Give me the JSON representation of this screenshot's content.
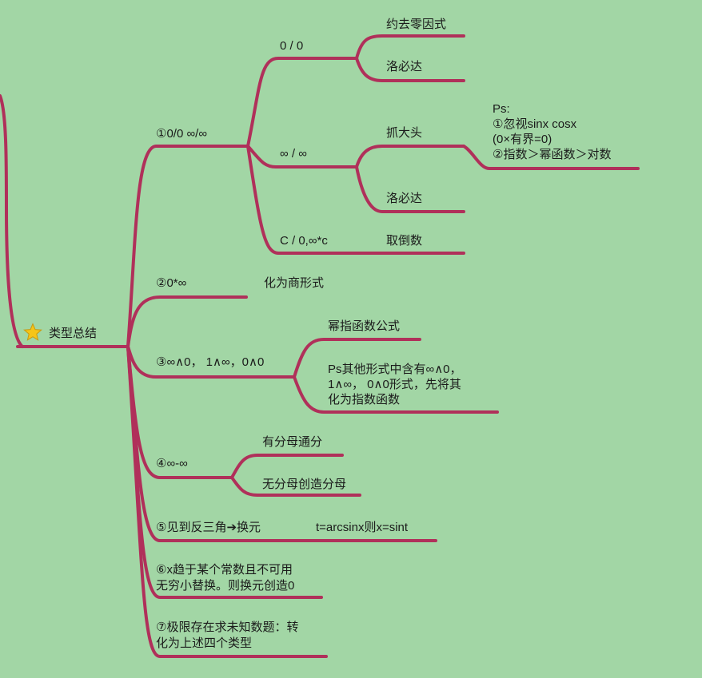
{
  "colors": {
    "background": "#a2d6a5",
    "line": "#b0305a",
    "star": "#f5c518"
  },
  "root": {
    "icon": "star-icon",
    "label": "类型总结"
  },
  "type1": {
    "label": "①0/0   ∞/∞",
    "zero_zero": {
      "label": "0 / 0",
      "items": [
        "约去零因式",
        "洛必达"
      ]
    },
    "inf_inf": {
      "label": "∞ / ∞",
      "items": [
        "抓大头",
        "洛必达"
      ],
      "note": {
        "title": "Ps:",
        "lines": [
          "①忽视sinx cosx",
          "(0×有界=0)",
          "②指数＞幂函数＞对数"
        ]
      }
    },
    "c_zero": {
      "label": "C / 0,∞*c",
      "item": "取倒数"
    }
  },
  "type2": {
    "label": "②0*∞",
    "item": "化为商形式"
  },
  "type3": {
    "label": "③∞∧0，  1∧∞，0∧0",
    "item": "幂指函数公式",
    "note_lines": [
      "Ps其他形式中含有∞∧0，",
      "1∧∞，  0∧0形式，先将其",
      "化为指数函数"
    ]
  },
  "type4": {
    "label": "④∞-∞",
    "items": [
      "有分母通分",
      "无分母创造分母"
    ]
  },
  "type5": {
    "label": "⑤见到反三角➔换元",
    "item": "t=arcsinx则x=sint"
  },
  "type6": {
    "lines": [
      "⑥x趋于某个常数且不可用",
      "无穷小替换。则换元创造0"
    ]
  },
  "type7": {
    "lines": [
      "⑦极限存在求未知数题：转",
      "化为上述四个类型"
    ]
  }
}
